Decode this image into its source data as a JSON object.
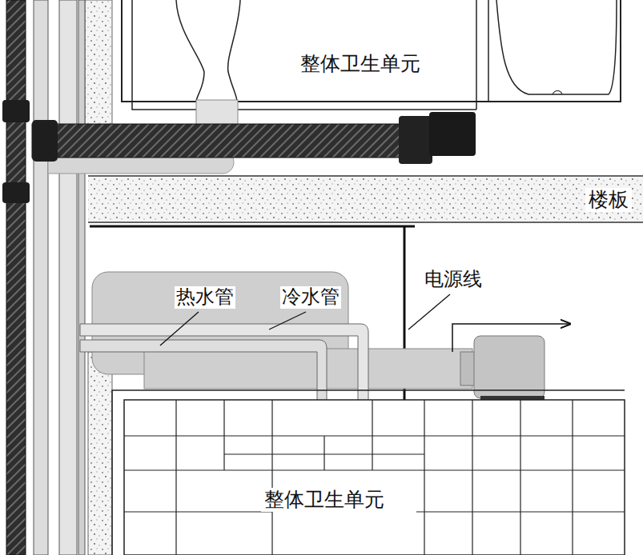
{
  "diagram": {
    "nodes": [
      {
        "text": [
          "整体卫生单元"
        ]
      },
      {
        "text": [
          "楼板"
        ]
      },
      {
        "text": [
          "整体卫生单元"
        ]
      }
    ],
    "labels": [
      "热水管",
      "冷水管",
      "电源线"
    ]
  }
}
